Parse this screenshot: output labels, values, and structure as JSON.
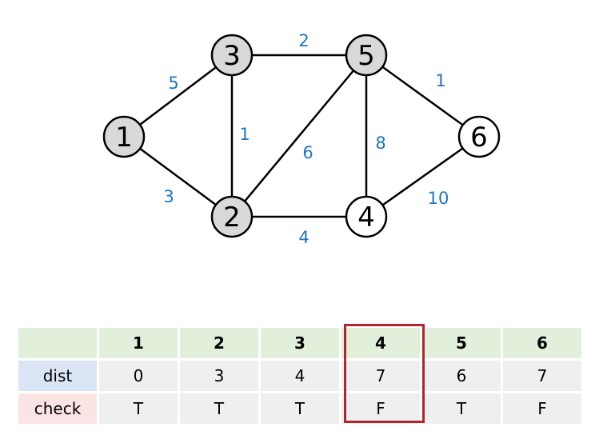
{
  "graph": {
    "nodes": [
      {
        "id": "1",
        "label": "1",
        "visited": true
      },
      {
        "id": "2",
        "label": "2",
        "visited": true
      },
      {
        "id": "3",
        "label": "3",
        "visited": true
      },
      {
        "id": "4",
        "label": "4",
        "visited": false
      },
      {
        "id": "5",
        "label": "5",
        "visited": true
      },
      {
        "id": "6",
        "label": "6",
        "visited": false
      }
    ],
    "edges": [
      {
        "from": "1",
        "to": "3",
        "weight": "5"
      },
      {
        "from": "1",
        "to": "2",
        "weight": "3"
      },
      {
        "from": "3",
        "to": "2",
        "weight": "1"
      },
      {
        "from": "3",
        "to": "5",
        "weight": "2"
      },
      {
        "from": "2",
        "to": "5",
        "weight": "6"
      },
      {
        "from": "2",
        "to": "4",
        "weight": "4"
      },
      {
        "from": "5",
        "to": "4",
        "weight": "8"
      },
      {
        "from": "5",
        "to": "6",
        "weight": "1"
      },
      {
        "from": "4",
        "to": "6",
        "weight": "10"
      }
    ],
    "colors": {
      "visited_fill": "#d9d9d9",
      "unvisited_fill": "#ffffff",
      "weight_text": "#1f75c4"
    }
  },
  "table": {
    "header": [
      "",
      "1",
      "2",
      "3",
      "4",
      "5",
      "6"
    ],
    "rows": [
      {
        "label": "dist",
        "values": [
          "0",
          "3",
          "4",
          "7",
          "6",
          "7"
        ]
      },
      {
        "label": "check",
        "values": [
          "T",
          "T",
          "T",
          "F",
          "T",
          "F"
        ]
      }
    ],
    "highlighted_column": "4",
    "colors": {
      "header_bg": "#e2efda",
      "dist_label_bg": "#dae6f5",
      "check_label_bg": "#fce4e4",
      "cell_bg": "#efefef",
      "highlight_border": "#b0272c"
    }
  }
}
